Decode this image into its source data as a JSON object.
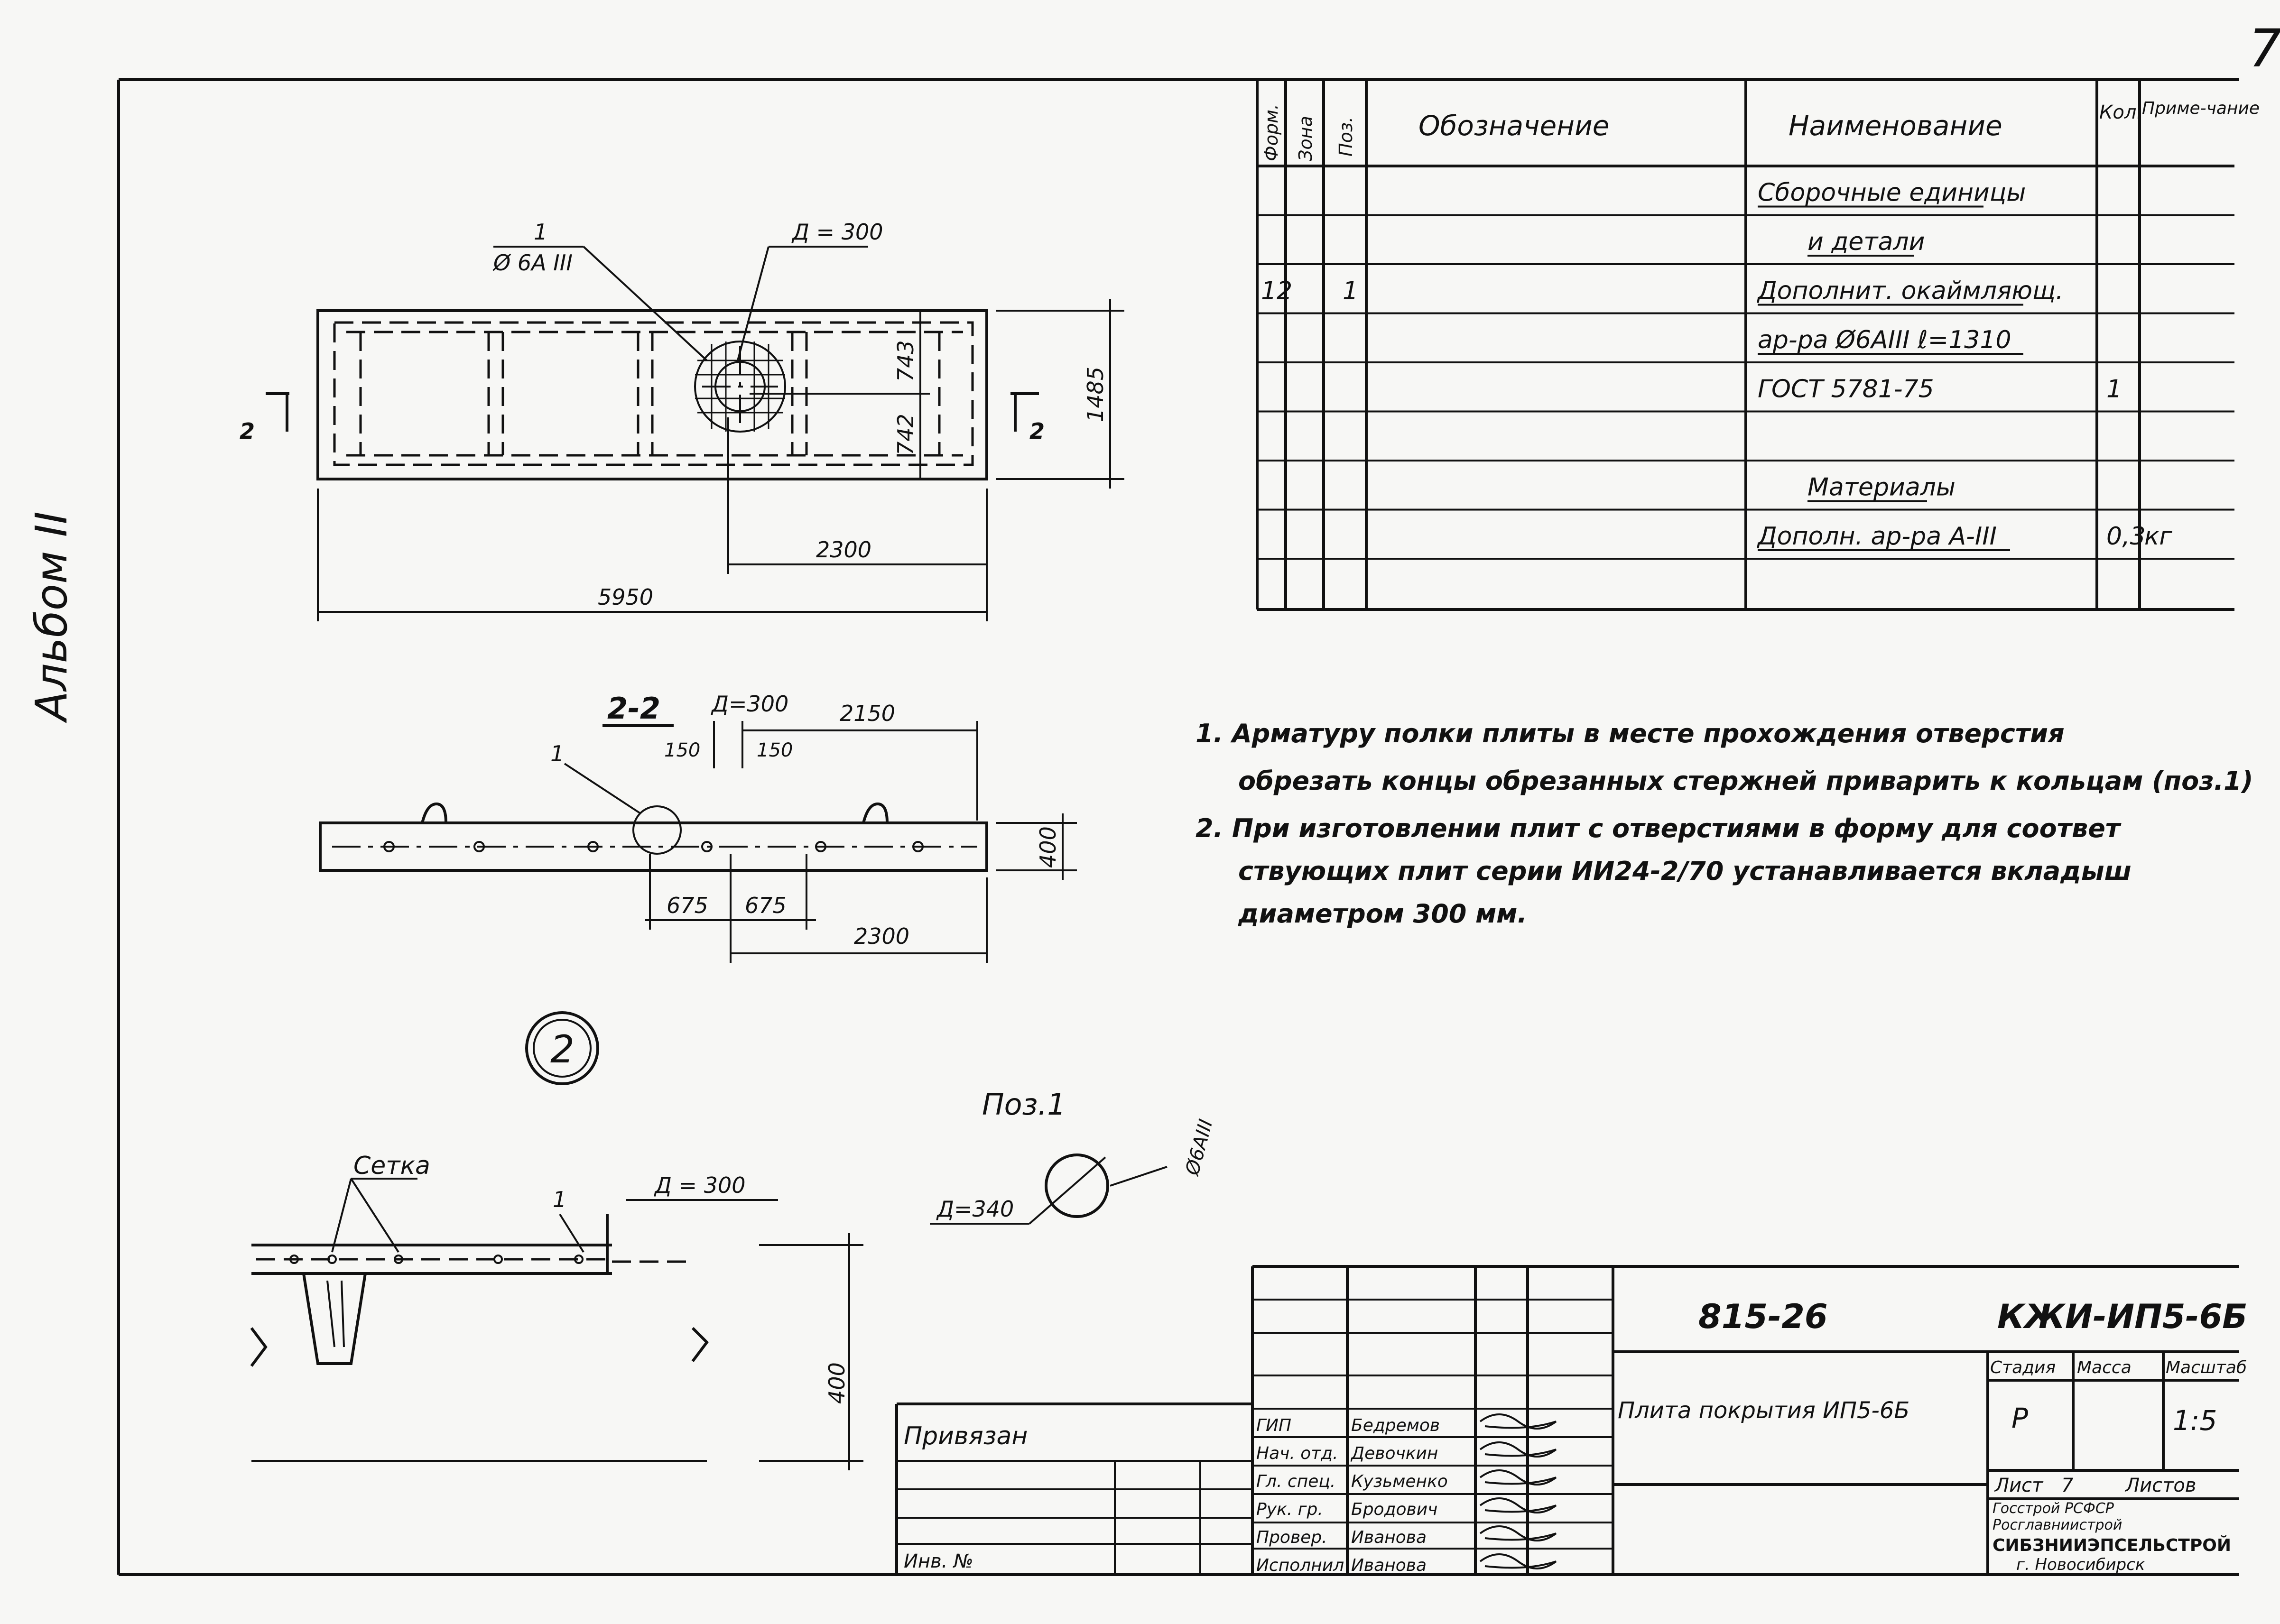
{
  "page_number": "7",
  "side_stamp": "Альбом II",
  "plan_view": {
    "marker_1": "1",
    "marker_1_rebar": "Ø 6А III",
    "hole_label": "Д = 300",
    "dim_total_length": "5950",
    "dim_hole_offset": "2300",
    "dim_width": "1485",
    "dim_upper_half": "743",
    "dim_lower_half": "742",
    "section_mark_left": "2",
    "section_mark_right": "2"
  },
  "section_2_2": {
    "title": "2-2",
    "hole_label": "Д=300",
    "dim_right": "2150",
    "dim_150_left": "150",
    "dim_150_right": "150",
    "marker_1": "1",
    "dim_height": "400",
    "dim_675_left": "675",
    "dim_675_right": "675",
    "dim_bottom": "2300"
  },
  "circle_number": "2",
  "pos_1": {
    "title": "Поз.1",
    "diameter_label": "Д=340",
    "rebar_label": "Ø6АIII"
  },
  "detail_view": {
    "mesh_label": "Сетка",
    "marker_1": "1",
    "hole_label": "Д = 300",
    "dim_height": "400"
  },
  "spec_table": {
    "headers": {
      "format": "Форм.",
      "zone": "Зона",
      "pos": "Поз.",
      "designation": "Обозначение",
      "name": "Наименование",
      "qty": "Кол.",
      "note": "Приме-чание"
    },
    "rows": [
      {
        "format": "",
        "zone": "",
        "pos": "",
        "name": "Сборочные единицы",
        "qty": "",
        "note": "",
        "underline": true
      },
      {
        "format": "",
        "zone": "",
        "pos": "",
        "name": "и детали",
        "qty": "",
        "note": "",
        "underline": true
      },
      {
        "format": "12",
        "zone": "",
        "pos": "1",
        "name": "Дополнит. окаймляющ.",
        "qty": "",
        "note": "",
        "underline": true
      },
      {
        "format": "",
        "zone": "",
        "pos": "",
        "name": "ар-ра Ø6АIII  ℓ=1310",
        "qty": "",
        "note": "",
        "underline": true
      },
      {
        "format": "",
        "zone": "",
        "pos": "",
        "name": "ГОСТ 5781-75",
        "qty": "1",
        "note": "",
        "underline": false
      },
      {
        "format": "",
        "zone": "",
        "pos": "",
        "name": "",
        "qty": "",
        "note": "",
        "underline": false
      },
      {
        "format": "",
        "zone": "",
        "pos": "",
        "name": "Материалы",
        "qty": "",
        "note": "",
        "underline": true
      },
      {
        "format": "",
        "zone": "",
        "pos": "",
        "name": "Дополн. ар-ра А-III",
        "qty": "0,3",
        "note": "кг",
        "underline": true
      },
      {
        "format": "",
        "zone": "",
        "pos": "",
        "name": "",
        "qty": "",
        "note": "",
        "underline": false
      }
    ]
  },
  "notes": [
    "1. Арматуру полки плиты в месте прохождения отверстия",
    "обрезать концы обрезанных стержней приварить к кольцам (поз.1)",
    "2. При изготовлении плит с отверстиями в форму для соответ",
    "ствующих плит серии ИИ24-2/70 устанавливается вкладыш",
    "диаметром 300 мм."
  ],
  "title_block": {
    "series": "815-26",
    "code": "КЖИ-ИП5-6Б",
    "title": "Плита покрытия ИП5-6Б",
    "stage_header": "Стадия",
    "mass_header": "Масса",
    "scale_header": "Масштаб",
    "stage": "Р",
    "mass": "",
    "scale": "1:5",
    "sheet_label": "Лист",
    "sheet_number": "7",
    "sheets_label": "Листов",
    "org_1": "Госстрой РСФСР",
    "org_2": "Росглавниистрой",
    "org_3": "СИБЗНИИЭПСЕЛЬСТРОЙ",
    "org_4": "г. Новосибирск",
    "bound_label": "Привязан",
    "inv_label": "Инв. №",
    "signatures": [
      {
        "role": "ГИП",
        "name": "Бедремов"
      },
      {
        "role": "Нач. отд.",
        "name": "Девочкин"
      },
      {
        "role": "Гл. спец.",
        "name": "Кузьменко"
      },
      {
        "role": "Рук. гр.",
        "name": "Бродович"
      },
      {
        "role": "Провер.",
        "name": "Иванова"
      },
      {
        "role": "Исполнил",
        "name": "Иванова"
      }
    ]
  }
}
